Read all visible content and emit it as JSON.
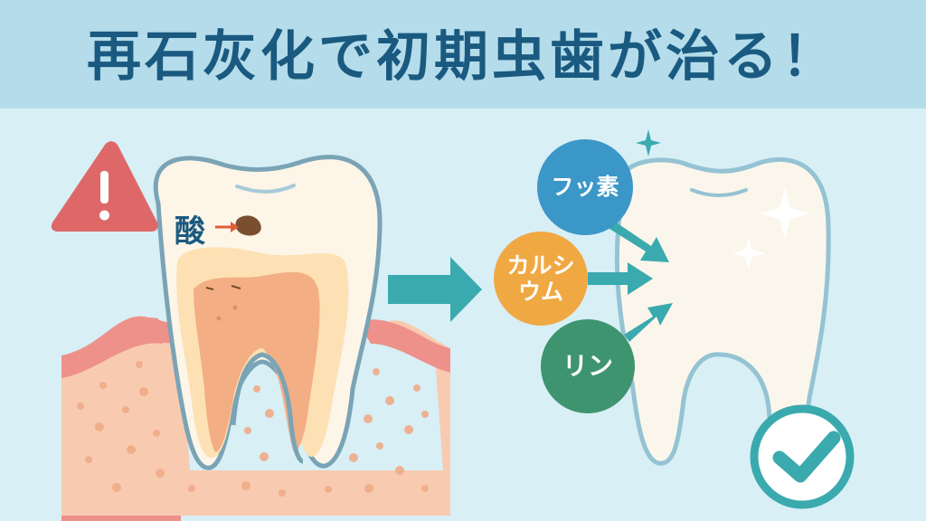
{
  "header": {
    "title": "再石灰化で初期虫歯が治る！",
    "background_color": "#b5dcea",
    "title_color": "#1a5a80"
  },
  "left_panel": {
    "warning_icon": "warning-triangle-icon",
    "acid_label": "酸",
    "description": "decayed tooth with acid attacking enamel",
    "colors": {
      "warning": "#de6868",
      "gum": "#ee918a",
      "bone": "#f8cbb0",
      "enamel_outline": "#7aa4b6"
    }
  },
  "transition_arrow": {
    "icon": "right-arrow-icon",
    "color": "#3aaaae"
  },
  "right_panel": {
    "minerals": [
      {
        "label": "フッ素",
        "color": "#3b97c7"
      },
      {
        "label": "カルシウム",
        "label_lines": [
          "カルシ",
          "ウム"
        ],
        "color": "#f0a843"
      },
      {
        "label": "リン",
        "color": "#3f9470"
      }
    ],
    "sparkle_icon": "sparkle-icon",
    "check_icon": "check-circle-icon",
    "accent_color": "#3aaaae"
  }
}
